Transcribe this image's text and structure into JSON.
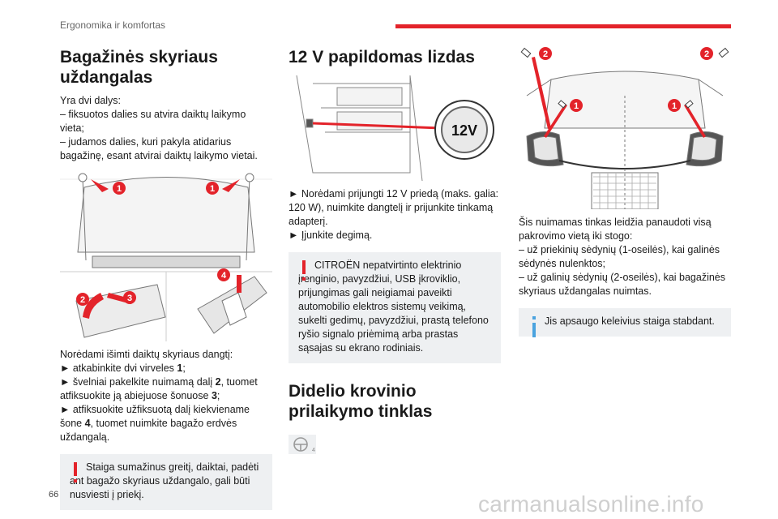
{
  "header": {
    "section": "Ergonomika ir komfortas"
  },
  "page_number": "66",
  "watermark": "carmanualsonline.info",
  "col1": {
    "title": "Bagažinės skyriaus uždangalas",
    "intro": "Yra dvi dalys:",
    "items": [
      "–  fiksuotos dalies su atvira daiktų laikymo vieta;",
      "–  judamos dalies, kuri pakyla atidarius bagažinę, esant atvirai daiktų laikymo vietai."
    ],
    "fig_labels": [
      "1",
      "1",
      "2",
      "3",
      "4"
    ],
    "remove_intro": "Norėdami išimti daiktų skyriaus dangtį:",
    "steps": [
      {
        "pre": "►  atkabinkite dvi virveles ",
        "num": "1",
        "post": ";"
      },
      {
        "pre": "►  švelniai pakelkite nuimamą dalį ",
        "num": "2",
        "post": ", tuomet atfiksuokite ją abiejuose šonuose ",
        "num2": "3",
        "post2": ";"
      },
      {
        "pre": "►  atfiksuokite užfiksuotą dalį kiekviename šone ",
        "num": "4",
        "post": ", tuomet nuimkite bagažo erdvės uždangalą."
      }
    ],
    "warning": "Staiga sumažinus greitį, daiktai, padėti ant bagažo skyriaus uždangalo, gali būti nusviesti į priekį."
  },
  "col2": {
    "title": "12 V papildomas lizdas",
    "socket_label": "12V",
    "steps": [
      "►  Norėdami prijungti 12 V priedą (maks. galia: 120 W), nuimkite dangtelį ir prijunkite tinkamą adapterį.",
      "►  Įjunkite degimą."
    ],
    "warning": "CITROËN nepatvirtinto elektrinio įrenginio, pavyzdžiui, USB įkroviklio, prijungimas gali neigiamai paveikti automobilio elektros sistemų veikimą, sukelti gedimų, pavyzdžiui, prastą telefono ryšio signalo priėmimą arba prastas sąsajas su ekrano rodiniais.",
    "title2": "Didelio krovinio prilaikymo tinklas",
    "steer_badge": "4"
  },
  "col3": {
    "fig_labels": [
      "2",
      "2",
      "1",
      "1"
    ],
    "text": "Šis nuimamas tinkas leidžia panaudoti visą pakrovimo vietą iki stogo:",
    "items": [
      "–  už priekinių sėdynių (1-oseilės), kai galinės sėdynės nulenktos;",
      "–  už galinių sėdynių (2-oseilės), kai bagažinės skyriaus uždangalas nuimtas."
    ],
    "info": "Jis apsaugo keleivius staiga stabdant."
  },
  "colors": {
    "accent": "#e3232a",
    "info": "#4aa3df",
    "notice_bg": "#eef0f2"
  }
}
